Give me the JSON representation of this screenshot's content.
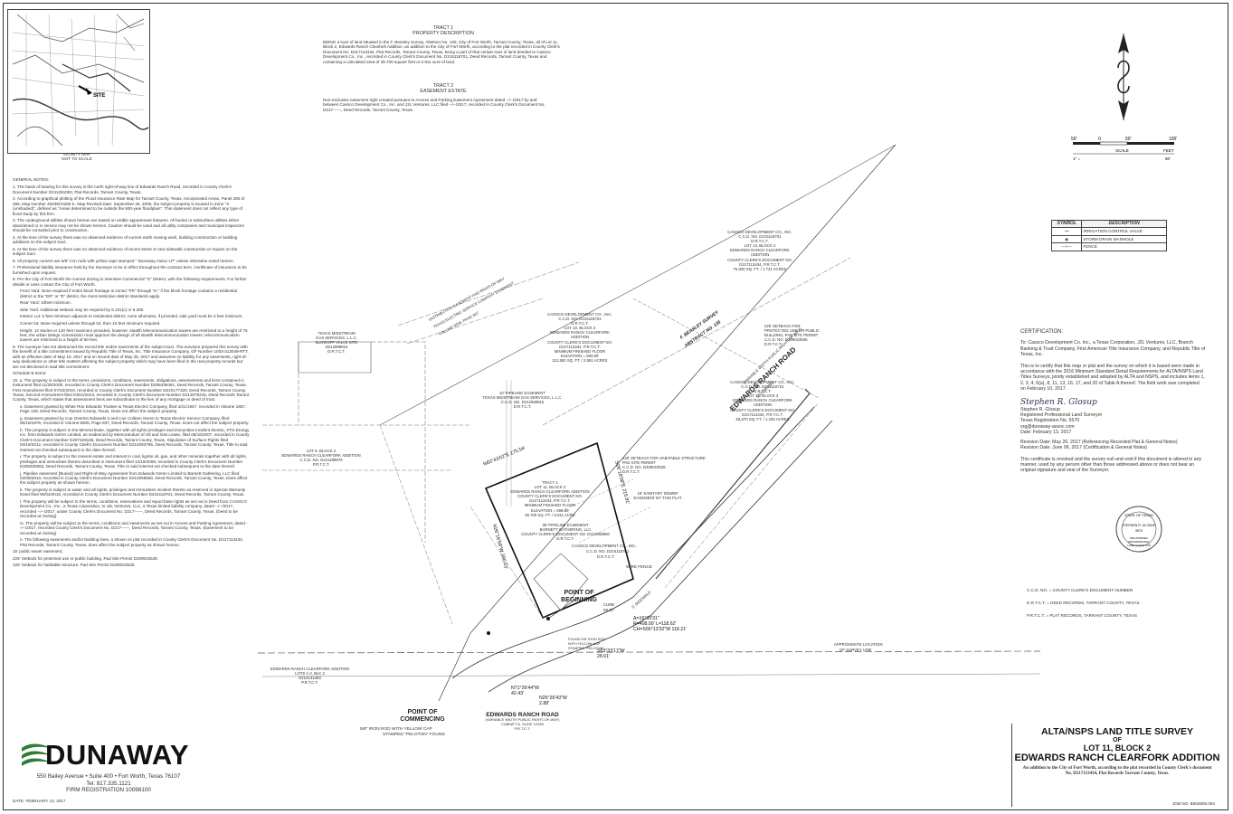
{
  "vicinity_map": {
    "title": "VICINITY MAP",
    "subtitle": "NOT TO SCALE",
    "site_label": "SITE"
  },
  "tract1": {
    "heading": "TRACT 1",
    "subheading": "PROPERTY DESCRIPTION",
    "body": "BEING a tract of land situated in the F. Beasley Survey, Abstract No. 135, City of Fort Worth, Tarrant County, Texas, all of Lot 11, Block 2, Edwards Ranch Clearfork Addition, an addition to the City of Fort Worth, according to the plat recorded in County Clerk's Document No. D217113434, Plat Records, Tarrant County, Texas, being a part of that certain tract of land deeded to Cassco Development Co., Inc., recorded in County Clerk's Document No. D215118701, Deed Records, Tarrant County, Texas and containing a calculated area of 39,700 square feet or 0.911 acre of land."
  },
  "tract2": {
    "heading": "TRACT 2",
    "subheading": "EASEMENT ESTATE",
    "body": "Non-exclusive easement right created pursuant to Access and Parking Easement Agreement dated --/--/2017 by and between Cassco Development Co., Inc. and J2L Ventures, LLC filed --/--/2017, recorded in County Clerk's Document No. D217------, Deed Records, Tarrant County, Texas."
  },
  "general_notes": {
    "heading": "GENERAL NOTES:",
    "items": [
      "1. The basis of bearing for this survey is the north right-of-way line of Edwards Ranch Road, recorded in County Clerk's Document Number D211281093, Plat Records, Tarrant County, Texas.",
      "2. According to graphical plotting of the Flood Insurance Rate Map for Tarrant County, Texas, Incorporated Areas, Panel 285 of 495, Map Number 48439C0285 K, Map Revised Date: September 25, 2009, the subject property is located in Zone \"X (unshaded)\", defined as \"Areas determined to be outside the 500-year floodplain\". This statement does not reflect any type of flood study by this firm.",
      "3. The underground utilities shown hereon are based on visible appurtenant features. All buried or subsurface utilities either abandoned or in service may not be shown hereon. Caution should be used and all utility companies and municipal inspectors should be consulted prior to construction.",
      "4. At the time of the survey there was no observed evidence of current earth moving work, building construction or building additions on the subject tract.",
      "5. At the time of the survey there was no observed evidence of recent street or new sidewalk construction or repairs on the subject tract.",
      "6. All property corners are 5/8\" iron rods with yellow caps stamped \" Dunaway Assoc LP\" unless otherwise noted hereon.",
      "7. Professional liability insurance held by the Surveyor to be in effect throughout the contract term. Certificate of insurance to be furnished upon request.",
      "8. Per the City of Fort Worth the current Zoning is Intensive Commercial \"G\" District, with the following requirements. For further details or uses contact the City of Fort Worth.",
      "Front Yard: None required if entire block frontage is zoned \"FR\" through \"K;\" if the block frontage contains a residential district or the \"ER\" or \"E\" district, the most restrictive district standards apply.",
      "Rear Yard: 10feet minimum.",
      "Side Yard: Additional setback may be required by 6.101(c) or 6.300.",
      "Interior Lot: 5 feet minimum adjacent to residential district, none otherwise; if provided, side yard must be 3 feet minimum.",
      "Corner lot: None required unless through lot, then 10 feet minimum required.",
      "Height: 12 stories or 120 feet maximum provided, however, stealth telecommunication towers are restricted to a height of 75 feet, the urban design commission must approve the design of all stealth telecommunication towers; telecommunication towers are restricted to a height of 60 feet.",
      "9. The surveyor has not abstracted the record title and/or easements of the subject tract. The surveyor prepared this survey with the benefit of a title commitment issued by Republic Title of Texas, Inc. Title Insurance Company, GF Number 1003-213049-RTT, with an effective date of May 16, 2017 and an issued date of May 25, 2017 and assumes no liability for any easements, right-of-way dedications or other title matters affecting the subject property which may have been filed in the real property records but are not disclosed in said title commitment.",
      "Schedule B Items:",
      "10. a. The property is subject to the terms, provisions, conditions, easements, obligations, assessments and liens contained in instrument filed 11/26/2008, recorded in County Clerk's Document Number D208436491, Deed Records, Tarrant County, Texas. First Amendment filed 07/22/2010, recorded in County Clerk's Document Number D210177326, Deed Records, Tarrant County, Texas, Second Amendment filed 04/01/2013, recorded in County Clerk's Document Number D213079215, Deed Records Tarrant County, Texas, which states that assessment liens are subordinate to the lien of any mortgage or deed of trust.",
      "e. Easement granted by White Roe Edwards Trustee to Texas Electric Company, filed 4/21/1947, recorded in Volume 1857, Page 139, Deed Records, Tarrant County, Texas. Does not affect the subject property.",
      "g. Easement granted by Coe Overton Edwards II and Coe Colleen Geren to Texas Electric Service Company, filed 06/16/1978, recorded in Volume 6506, Page 837, Deed Records, Tarrant County, Texas. Does not affect the subject property.",
      "h. The property is subject to the Mineral lease, together with all rights privileges and immunities incident thereto, XTO Energy Inc. from Edwards Geren Limited, as evidenced by Memorandum of Oil and Gas Lease, filed 06/16/2007, recorded in County Clerk's Document Number D207329186, Deed Records, Tarrant County, Texas. Stipulation of Surface Rights filed 04/18/2012, recorded in County Clerk's Document Number D212093785, Deed Records, Tarrant County, Texas. Title to said interest not checked subsequent to the date thereof.",
      "i. The property is subject to the mineral estate and interest in coal, lignite oil, gas, and other minerals together with all rights, privileges and immunities thereto described in instrument filed 12/18/2009, recorded in County Clerk's Document Number D209329362, Deed Records, Tarrant County, Texas. Title to said interest not checked subsequent to the date thereof.",
      "j. Pipeline easement (Buried) and Right-of-Way Agreement from Edwards Geren Limited to Barnett Gathering, LLC filed 02/08/2013, recorded in County Clerk's Document Number D213058560, Deed Records, Tarrant County, Texas. Does affect the subject property as shown hereon.",
      "k. The property is subject to water and all rights, privileges and immunities incident thereto as reserved in Special Warranty Deed filed 06/04/2015, recorded in County Clerk's Document Number D215118701, Deed Records, Tarrant County, Texas.",
      "l. The property will be subject to the terms, conditions, reservations and repurchase rights as set out in Deed from CASSCO Development Co., Inc., a Texas corporation, to J2L Ventures, LLC, a Texas limited liability company, dated --/--/2017, recorded --/--/2017, under County Clerk's Document No. D217------, Deed Records, Tarrant County, Texas. (Deed to be recorded at closing)",
      "m. The property will be subject to the terms, conditions and easements as set out in Access and Parking Agreement, dated --/--/2017, recorded County Clerk's Document No. D217------, Deed Records, Tarrant County, Texas. (Easement to be recorded at closing)",
      "n. The following easements and/or building lines, a shown on plat recorded in County Clerk's Document No. D217113434, Plat Records, Tarrant County, Texas, does affect the subject property as shown hereon.",
      "15' public sewer easement;",
      "225' Setback for protected use or public building, Pad Site Permit D209023535",
      "125' Setback for habitable structure, Pad Site Permit D209023535."
    ]
  },
  "plan": {
    "lot11": [
      "TRACT 1",
      "LOT 11, BLOCK 2",
      "EDWARDS RANCH CLEARFORK ADDITION",
      "COUNTY CLERK'S DOCUMENT NO.",
      "D217113434, P.R.T.C.T.",
      "MINIMUM FINISHED FLOOR",
      "ELEVATION = 593.80'",
      "39,700 SQ. FT. / 0.911 ACRE"
    ],
    "lot10": [
      "CASSCO DEVELOPMENT CO., INC.",
      "C.C.D. NO. D215118701",
      "D.R.T.C.T.",
      "LOT 10, BLOCK 2",
      "EDWARDS RANCH CLEARFORK",
      "ADDITION",
      "COUNTY CLERK'S DOCUMENT NO.",
      "D217113434, P.R.T.C.T.",
      "MINIMUM FINISHED FLOOR",
      "ELEVATION = 593.80'",
      "112,882 SQ. FT. / 2.591 ACRES"
    ],
    "lot13": [
      "CASSCO DEVELOPMENT CO., INC.",
      "C.C.D. NO. D215118701",
      "D.R.T.C.T.",
      "LOT 13, BLOCK 2",
      "EDWARDS RANCH CLEARFORK",
      "ADDITION",
      "COUNTY CLERK'S DOCUMENT NO.",
      "D217113434, P.R.T.C.T.",
      "75,830 SQ. FT. / 1.741 ACRES"
    ],
    "lot12": [
      "CASSCO DEVELOPMENT CO., INC.",
      "C.C.D. NO. D215118701",
      "D.R.T.C.T.",
      "LOT 12, BLOCK 2",
      "EDWARDS RANCH CLEARFORK",
      "ADDITION",
      "COUNTY CLERK'S DOCUMENT NO.",
      "D217113434, P.R.T.C.T.",
      "53,570 SQ. FT. / 1.230 ACRES"
    ],
    "cassco_south": [
      "CASSCO DEVELOPMENT CO., INC.",
      "C.C.D. NO. D215118701",
      "D.R.T.C.T."
    ],
    "lot6": [
      "LOT 6, BLOCK 2",
      "EDWARDS RANCH CLEARFORK ADDITION",
      "C.C.D. NO. D211289875",
      "P.R.T.C.T."
    ],
    "lots12": [
      "EDWARDS RANCH CLEARFORK ADDITION",
      "LOTS 1-2, BLK 2",
      "D210131083",
      "P.R.T.C.T."
    ],
    "midstream": [
      "TEXAS MIDSTREAM",
      "GAS SERVICES, L.L.C.",
      "BLOWOFF VALVE SITE",
      "D212088915",
      "D.R.T.C.T."
    ],
    "pipeline10": [
      "10' PIPELINE EASEMENT",
      "TEXAS MIDSTREAM GAS SERVICES, L.L.C.",
      "C.C.D. NO. D212088915",
      "D.R.T.C.T."
    ],
    "pipeline30": [
      "30' PIPELINE EASEMENT",
      "BARNETT GATHERING, LLC",
      "COUNTY CLERK'S DOCUMENT NO. D213058560",
      "D.R.T.C.T."
    ],
    "setback225": [
      "225' SETBACK FOR",
      "PROTECTED USE OR PUBLIC",
      "BUILDING, PAD SITE PERMIT",
      "C.C.D. NO. D209023535",
      "D.R.T.C.T."
    ],
    "setback125": [
      "125' SETBACK FOR HABITABLE STRUCTURE",
      "PAD SITE PERMIT",
      "C.C.D. NO. D209023535",
      "D.R.T.C.T."
    ],
    "sewer": [
      "15' SANITARY SEWER",
      "EASEMENT BY THIS PLAT"
    ],
    "beasley": [
      "F. BEASLEY SURVEY",
      "ABSTRACT NO. 135"
    ],
    "dist_easement": [
      "DISTRIBUTION EASEMENT AND RIGHT-OF-WAY",
      "TEXAS ELECTRIC SERVICE COMPANY EASEMENT",
      "VOLUME 6506, PAGE 837",
      "D.R.T.C.T."
    ],
    "bearing_n": "N63°43'02\"E  175.54'",
    "bearing_e": "S26°16'58\"E  215.81'",
    "bearing_w": "N26°16'58\"W  200.43'",
    "curve": [
      "Δ=16°39'31\"",
      "R=408.00'  L=118.62'",
      "CH=S55°13'32\"W 118.21'"
    ],
    "bearing_s": [
      "S63°33'17\"W",
      "28.61'"
    ],
    "tie1": [
      "N71°26'44\"W",
      "42.43'"
    ],
    "tie2": [
      "N26°26'43\"W",
      "2.88'"
    ],
    "pob": [
      "POINT OF",
      "BEGINNING"
    ],
    "poc": [
      "POINT OF",
      "COMMENCING"
    ],
    "poc_note": [
      "5/8\" IRON ROD WITH YELLOW CAP",
      "STAMPED \"PELOTON\" FOUND"
    ],
    "road_main": "EDWARDS RANCH ROAD",
    "road_sub": [
      "(VARIABLE WIDTH PUBLIC RIGHT-OF-WAY)",
      "CABINET A, SLIDE 12340",
      "P.R.T.C.T."
    ],
    "road_label_e": "EDWARDS RANCH ROAD",
    "road_sub_e": [
      "(VARIABLE WIDTH PUBLIC RIGHT-OF-WAY)",
      "D211281093",
      "P.R.T.C.T."
    ],
    "wire_fence": "WIRE FENCE",
    "sidewalk": "5' SIDEWALK",
    "curb_inlet": [
      "CURB",
      "INLET"
    ],
    "survey_line": [
      "APPROXIMATE LOCATION",
      "OF SURVEY LINE"
    ],
    "iron_rod": [
      "FOUND 5/8\" IRON ROD",
      "WITH YELLOW CAP",
      "STAMPED \"PELOTON\""
    ]
  },
  "north_arrow": {
    "scale_labels": [
      "50'",
      "0",
      "50'",
      "100'"
    ],
    "unit": "SCALE",
    "feet": "FEET",
    "ratio_left": "1\" =",
    "ratio_right": "50'"
  },
  "legend": {
    "headers": [
      "SYMBOL",
      "DESCRIPTION"
    ],
    "rows": [
      {
        "symbol": "⊶",
        "desc": "IRRIGATION CONTROL VALVE"
      },
      {
        "symbol": "◉",
        "desc": "STORM DRAIN MANHOLE"
      },
      {
        "symbol": "—×—",
        "desc": "FENCE"
      }
    ]
  },
  "certification": {
    "heading": "CERTIFICATION:",
    "to": "To: Cassco Development Co. Inc., a Texas Corporation, J2L Ventures, LLC, Branch Banking & Trust Company, First American Title Insurance Company, and Republic Title of Texas, Inc.",
    "body": "This is to certify that this map or plat and the survey on which it is based were made in accordance with the 2016 Minimum Standard Detail Requirements for ALTA/NSPS Land Titles Surveys, jointly established and adopted by ALTA and NSPS, and includes items 1, 2, 3, 4, 6(a), 8, 11, 13, 16, 17, and 20 of Table A thereof. The field work was completed on February 10, 2017.",
    "signature": "Stephen R. Glosup",
    "signer_lines": [
      "Stephen R. Glosup",
      "Registered Professional Land Surveyor",
      "Texas Registration No. 5570",
      "srg@dunaway-assoc.com",
      "Date: February 13, 2017"
    ],
    "revisions": [
      "Revision Date: May 26, 2017 (Referencing Recorded Plat & General Notes)",
      "Revision Date: June 06, 2017 (Certification & General Notes)"
    ],
    "void_note": "This certificate is revoked and the survey null and void if this document is altered in any manner, used by any person other than those addressed above or does not bear an original signature and seal of the Surveyor.",
    "seal": [
      "STATE OF TEXAS",
      "STEPHEN R. GLOSUP",
      "5570",
      "REGISTERED",
      "PROFESSIONAL",
      "LAND SURVEYOR"
    ]
  },
  "abbreviations": [
    "C.C.D. NO. = COUNTY CLERK'S DOCUMENT NUMBER",
    "D.R.T.C.T. = DEED RECORDS, TARRANT COUNTY, TEXAS",
    "P.R.T.C.T. = PLAT RECORDS, TARRANT COUNTY, TEXAS"
  ],
  "title_block": {
    "line1": "ALTA/NSPS LAND TITLE SURVEY",
    "line2": "OF",
    "line3": "LOT 11, BLOCK 2",
    "line4": "EDWARDS RANCH CLEARFORK ADDITION",
    "note": "An addition to the City of Fort Worth, according to the plat recorded in County Clerk's document No. D217113434, Plat Records Tarrant County, Texas.",
    "job": "JOB NO. B002806.004"
  },
  "company": {
    "name": "DUNAWAY",
    "address": "550 Bailey Avenue • Suite 400 • Fort Worth, Texas 76107",
    "tel": "Tel: 817.335.1121",
    "firm": "FIRM REGISTRATION 10098100",
    "date": "DATE: FEBRUARY 13, 2017",
    "brand_color": "#2e7d32"
  }
}
